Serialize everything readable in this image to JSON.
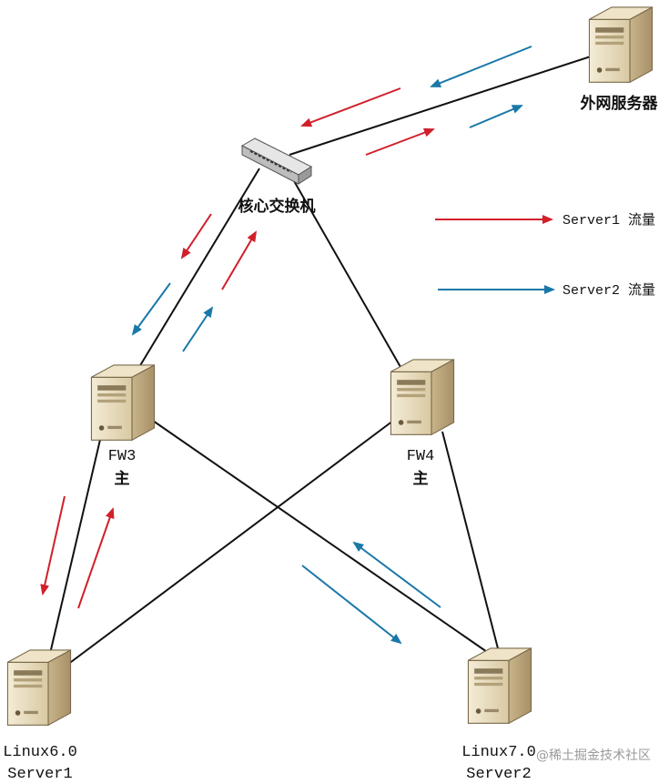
{
  "colors": {
    "server1_flow": "#d0202a",
    "server2_flow": "#1a78a8",
    "link": "#111111"
  },
  "nodes": {
    "external_server": {
      "label": "外网服务器",
      "icon": "server-icon"
    },
    "core_switch": {
      "label": "核心交换机",
      "icon": "switch-icon"
    },
    "fw3": {
      "name": "FW3",
      "role": "主",
      "icon": "server-icon"
    },
    "fw4": {
      "name": "FW4",
      "role": "主",
      "icon": "server-icon"
    },
    "server1": {
      "os": "Linux6.0",
      "name": "Server1",
      "icon": "server-icon"
    },
    "server2": {
      "os": "Linux7.0",
      "name": "Server2",
      "icon": "server-icon"
    }
  },
  "legend": {
    "server1": "Server1 流量",
    "server2": "Server2 流量"
  },
  "watermark": "@稀土掘金技术社区"
}
